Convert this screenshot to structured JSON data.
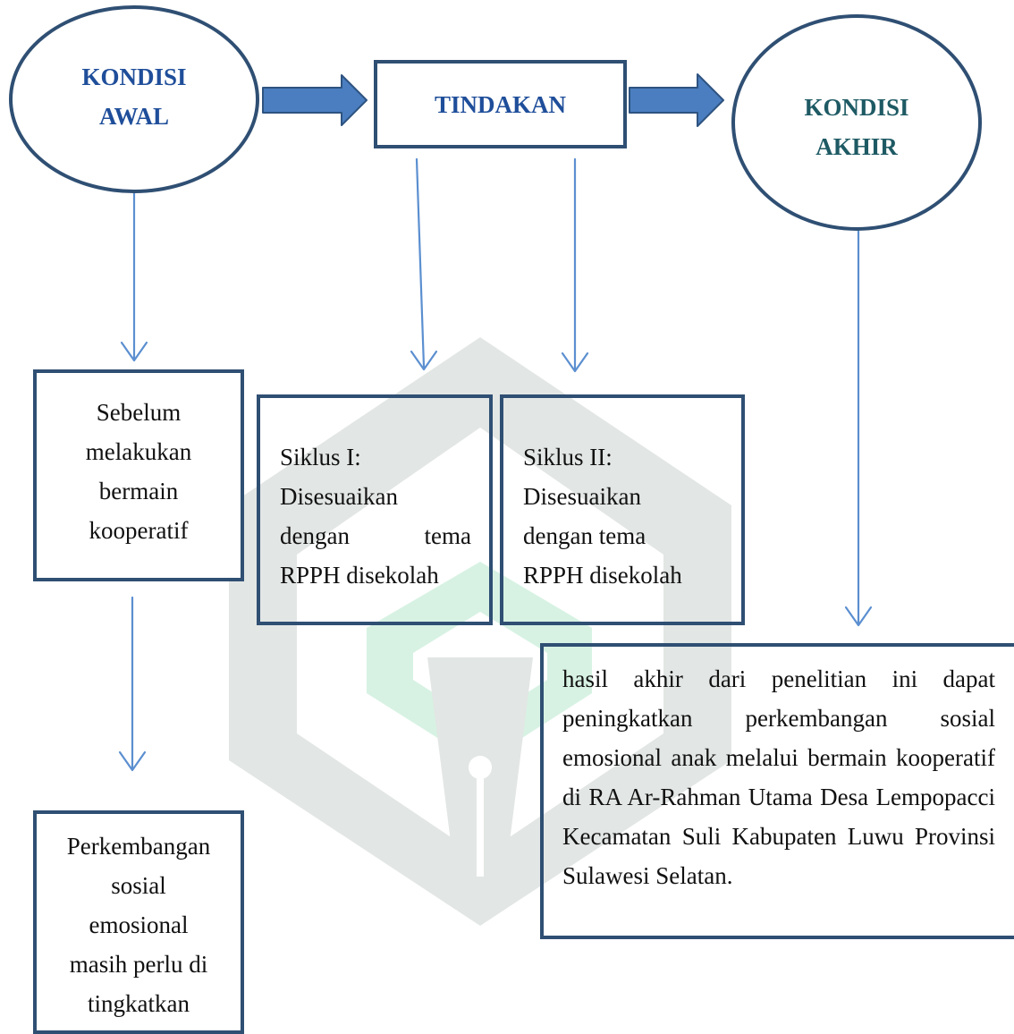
{
  "colors": {
    "border": "#2f4f73",
    "arrow_fill": "#4a7ec0",
    "arrow_edge": "#2e5380",
    "connector": "#5b8fd0",
    "heading_blue": "#1f4e9a",
    "heading_teal": "#1e5a64",
    "watermark_grey": "#e2e6e4",
    "watermark_green": "#d7f2e3"
  },
  "nodes": {
    "kondisi_awal": {
      "line1": "KONDISI",
      "line2": "AWAL"
    },
    "tindakan": {
      "label": "TINDAKAN"
    },
    "kondisi_akhir": {
      "line1": "KONDISI",
      "line2": "AKHIR"
    },
    "sebelum": {
      "lines": [
        "Sebelum",
        "melakukan",
        "bermain",
        "kooperatif"
      ]
    },
    "siklus1": {
      "lines": [
        "Siklus I:",
        "Disesuaikan",
        "dengan tema",
        "RPPH disekolah"
      ]
    },
    "siklus2": {
      "lines": [
        "Siklus II:",
        "Disesuaikan",
        "dengan tema",
        "RPPH disekolah"
      ]
    },
    "perkembangan": {
      "lines": [
        "Perkembangan",
        "sosial",
        "emosional",
        "masih perlu di",
        "tingkatkan"
      ]
    },
    "hasil": {
      "text": "hasil akhir dari penelitian ini dapat peningkatkan perkembangan sosial emosional anak melalui bermain kooperatif di RA Ar-Rahman Utama Desa Lempopacci Kecamatan Suli Kabupaten Luwu Provinsi Sulawesi Selatan."
    }
  }
}
